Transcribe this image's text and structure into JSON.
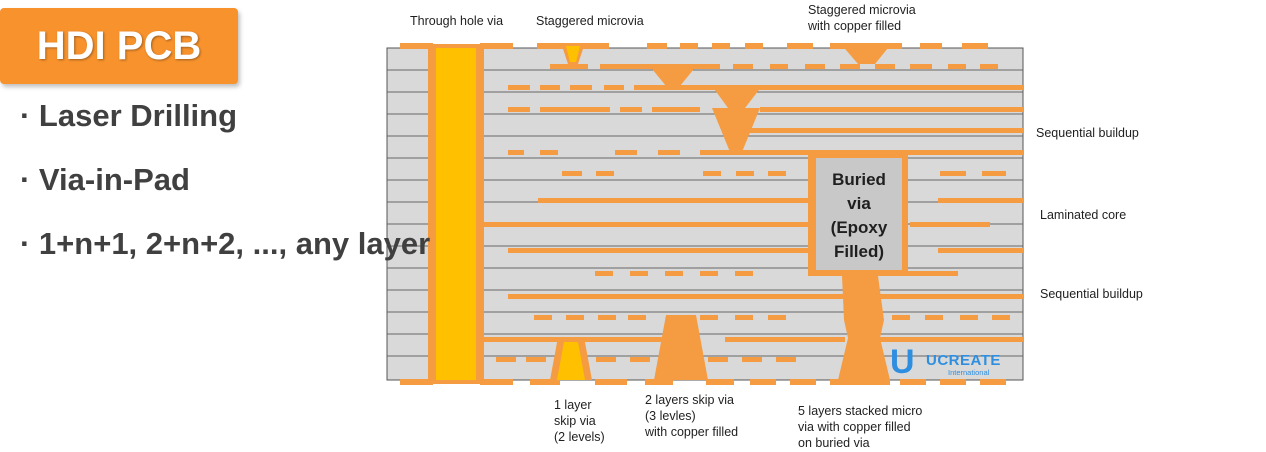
{
  "title": "HDI PCB",
  "bullets": [
    "· Laser Drilling",
    "· Via-in-Pad",
    "· 1+n+1, 2+n+2, ..., any layer"
  ],
  "labels": {
    "through_hole_via": "Through hole via",
    "staggered_microvia": "Staggered microvia",
    "staggered_microvia_copper": [
      "Staggered microvia",
      "with copper filled"
    ],
    "sequential_buildup_top": "Sequential buildup",
    "laminated_core": "Laminated core",
    "sequential_buildup_bottom": "Sequential buildup",
    "one_layer_skip": [
      "1 layer",
      "skip via",
      "(2 levels)"
    ],
    "two_layers_skip": [
      "2 layers skip via",
      "(3 levles)",
      "with copper filled"
    ],
    "five_layers_stacked": [
      "5 layers stacked micro",
      "via with copper filled",
      "on buried via"
    ]
  },
  "buried_via": [
    "Buried",
    "via",
    "(Epoxy",
    "Filled)"
  ],
  "logo": {
    "mark": "U",
    "name": "UCREATE",
    "sub": "International"
  },
  "colors": {
    "accent_orange": "#f7922d",
    "copper": "#f59c42",
    "through_hole_fill": "#ffc000",
    "board_gray": "#d9d9d9",
    "buried_gray": "#c8c8c8",
    "bullet_text": "#404040",
    "logo_blue": "#2e8ee0"
  }
}
